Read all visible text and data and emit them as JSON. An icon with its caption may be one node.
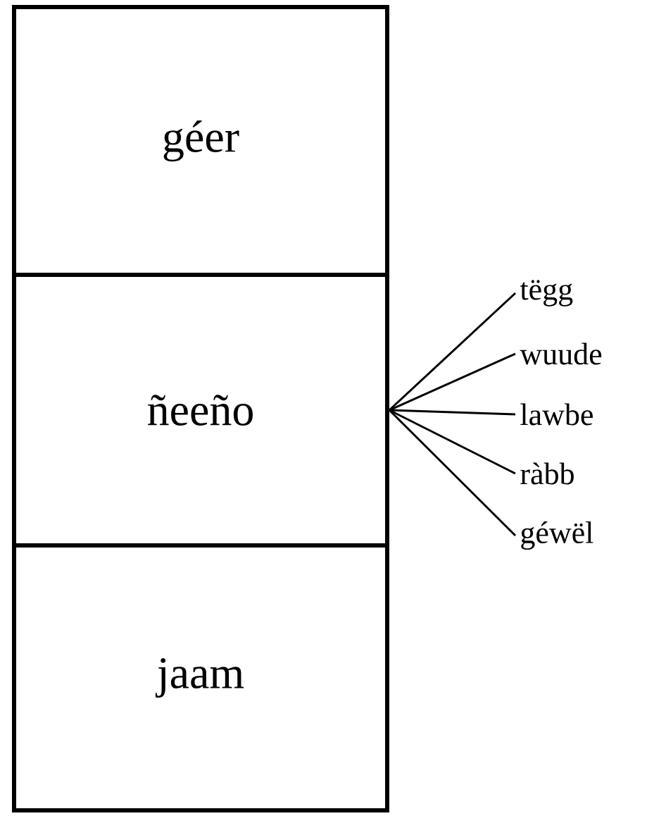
{
  "diagram": {
    "nodes": [
      {
        "text": [
          "géer"
        ]
      },
      {
        "text": [
          "ñeeño"
        ]
      },
      {
        "text": [
          "jaam"
        ]
      },
      {
        "text": [
          "tëgg"
        ]
      },
      {
        "text": [
          "wuude"
        ]
      },
      {
        "text": [
          "lawbe"
        ]
      },
      {
        "text": [
          "ràbb"
        ]
      },
      {
        "text": [
          "géwël"
        ]
      }
    ],
    "edges": [
      {
        "from": 1,
        "to": 3,
        "arrow": "none"
      },
      {
        "from": 1,
        "to": 4,
        "arrow": "none"
      },
      {
        "from": 1,
        "to": 5,
        "arrow": "none"
      },
      {
        "from": 1,
        "to": 6,
        "arrow": "none"
      },
      {
        "from": 1,
        "to": 7,
        "arrow": "none"
      }
    ]
  }
}
